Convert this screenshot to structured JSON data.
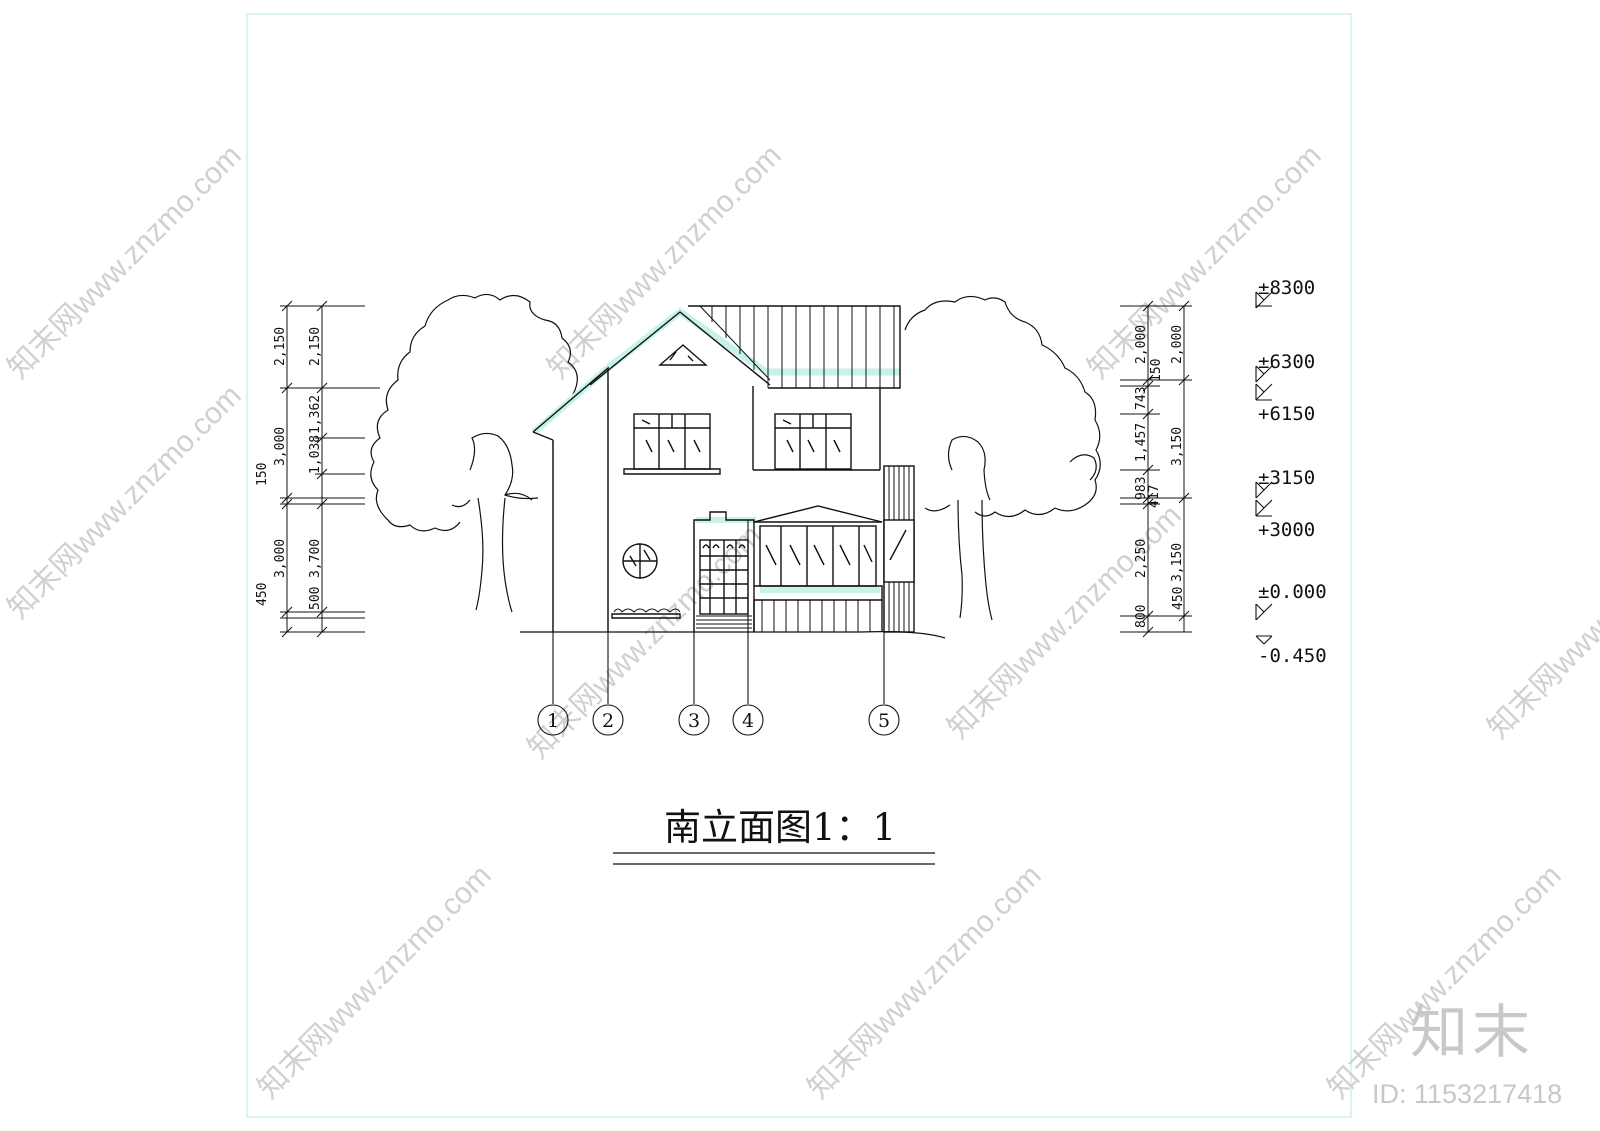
{
  "drawing": {
    "title": "南立面图1：1",
    "axis_labels": [
      "1",
      "2",
      "3",
      "4",
      "5"
    ],
    "elevations": [
      "±8300",
      "±6300",
      "+6150",
      "±3150",
      "+3000",
      "±0.000",
      "-0.450"
    ],
    "left_dims_outer": [
      "2,150",
      "3,000",
      "150",
      "3,000",
      "450"
    ],
    "left_dims_inner": [
      "2,150",
      "1,362",
      "1,038",
      "3,700",
      "500"
    ],
    "right_dims_inner": [
      "2,000",
      "150",
      "743",
      "1,457",
      "983",
      "417",
      "2,250",
      "450",
      "800"
    ],
    "right_dims_outer": [
      "2,000",
      "3,150",
      "3,150"
    ]
  },
  "watermark": {
    "text": "知末网www.znzmo.com",
    "brand": "知末",
    "id_label": "ID: 1153217418"
  }
}
